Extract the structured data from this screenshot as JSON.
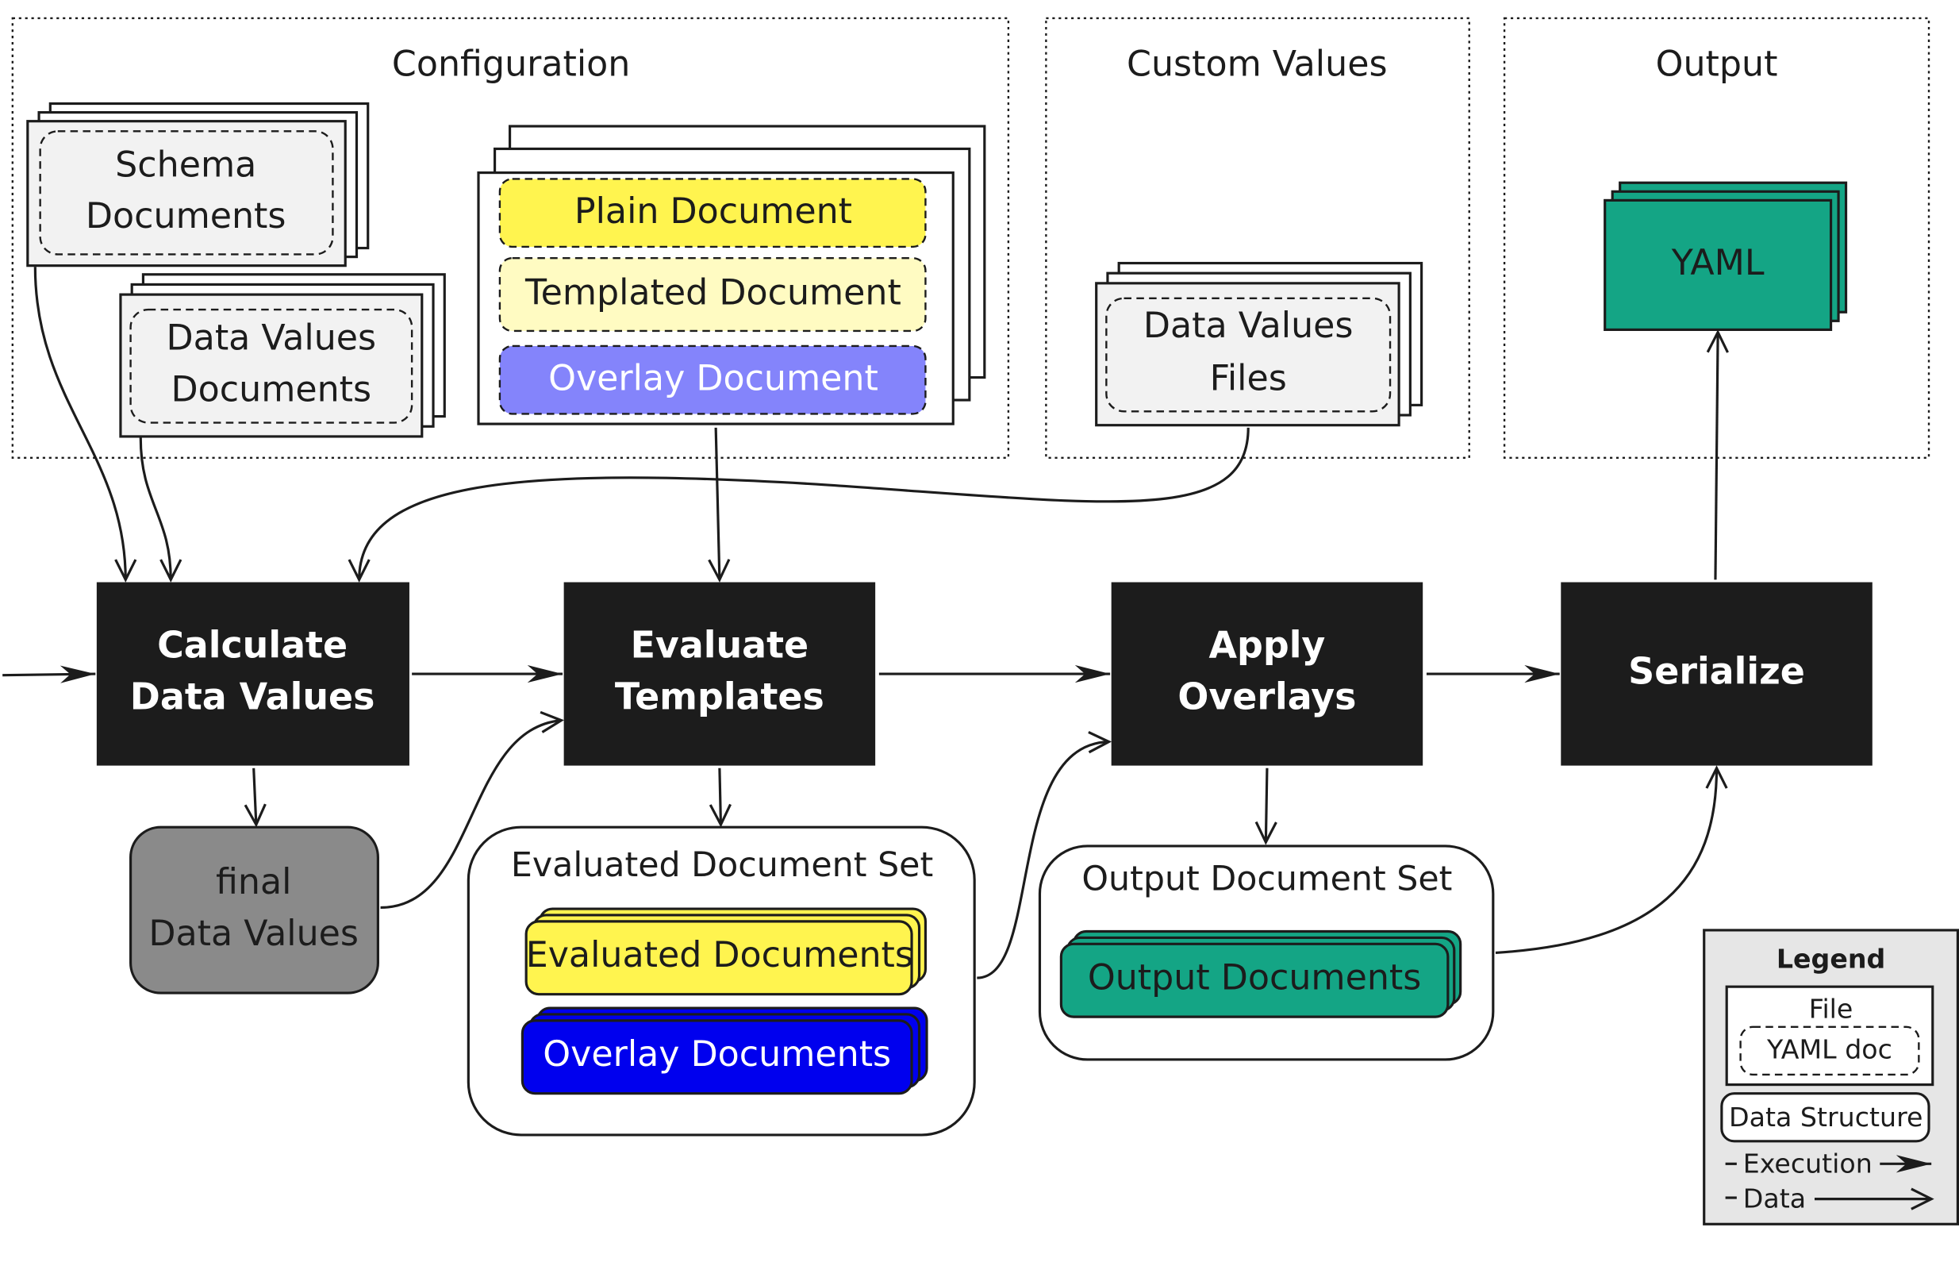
{
  "sections": {
    "configuration": "Configuration",
    "custom_values": "Custom Values",
    "output": "Output"
  },
  "config_files": {
    "schema": [
      "Schema",
      "Documents"
    ],
    "data_values": [
      "Data Values",
      "Documents"
    ],
    "templates": {
      "plain": "Plain Document",
      "templated": "Templated Document",
      "overlay": "Overlay Document"
    }
  },
  "custom_files": {
    "data_values": [
      "Data Values",
      "Files"
    ]
  },
  "output_files": {
    "yaml": "YAML"
  },
  "steps": {
    "calculate": [
      "Calculate",
      "Data Values"
    ],
    "evaluate": [
      "Evaluate",
      "Templates"
    ],
    "apply": [
      "Apply",
      "Overlays"
    ],
    "serialize": [
      "Serialize"
    ]
  },
  "structures": {
    "final_values": [
      "final",
      "Data Values"
    ],
    "evaluated_set": {
      "title": "Evaluated Document Set",
      "evaluated_docs": "Evaluated Documents",
      "overlay_docs": "Overlay Documents"
    },
    "output_set": {
      "title": "Output Document Set",
      "output_docs": "Output Documents"
    }
  },
  "legend": {
    "title": "Legend",
    "file": "File",
    "yaml_doc": "YAML doc",
    "data_structure": "Data Structure",
    "execution": "Execution",
    "data": "Data"
  },
  "colors": {
    "plain_yellow": "#fff44f",
    "templated_yellow": "#fffbc2",
    "overlay_purple": "#8484fb",
    "evaluated_yellow": "#fff44f",
    "overlay_blue": "#0000ee",
    "teal": "#14a585",
    "step_black": "#1c1c1c",
    "final_gray": "#8a8a8a",
    "doc_gray": "#f2f2f2",
    "legend_bg": "#e6e6e6"
  }
}
